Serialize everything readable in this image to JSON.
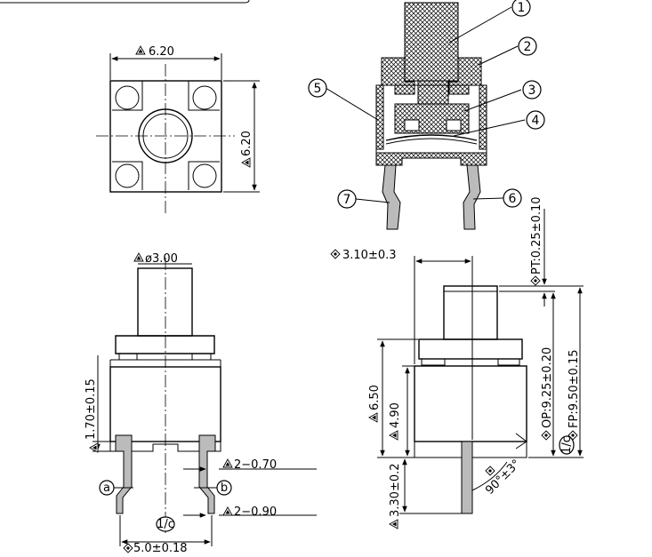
{
  "dimensions": {
    "top_width": "6.20",
    "top_height": "6.20",
    "plunger_dia": "ø3.00",
    "base_height": "1.70±0.15",
    "pin_width_a": "2−0.70",
    "pin_width_b": "2−0.90",
    "pin_pitch": "5.0±0.18",
    "side_width": "3.10±0.3",
    "body_height": "6.50",
    "housing_height": "4.90",
    "lead_length": "3.30±0.2",
    "lead_angle": "90°±3°",
    "travel": "PT:0.25±0.10",
    "operating_pos": "OP:9.25±0.20",
    "free_pos": "FP:9.50±0.15"
  },
  "callouts": [
    "1",
    "2",
    "3",
    "4",
    "5",
    "6",
    "7"
  ],
  "pin_labels": {
    "a": "a",
    "b": "b"
  },
  "flatness_marks": {
    "bottom": "1/c",
    "right": "1/c"
  }
}
